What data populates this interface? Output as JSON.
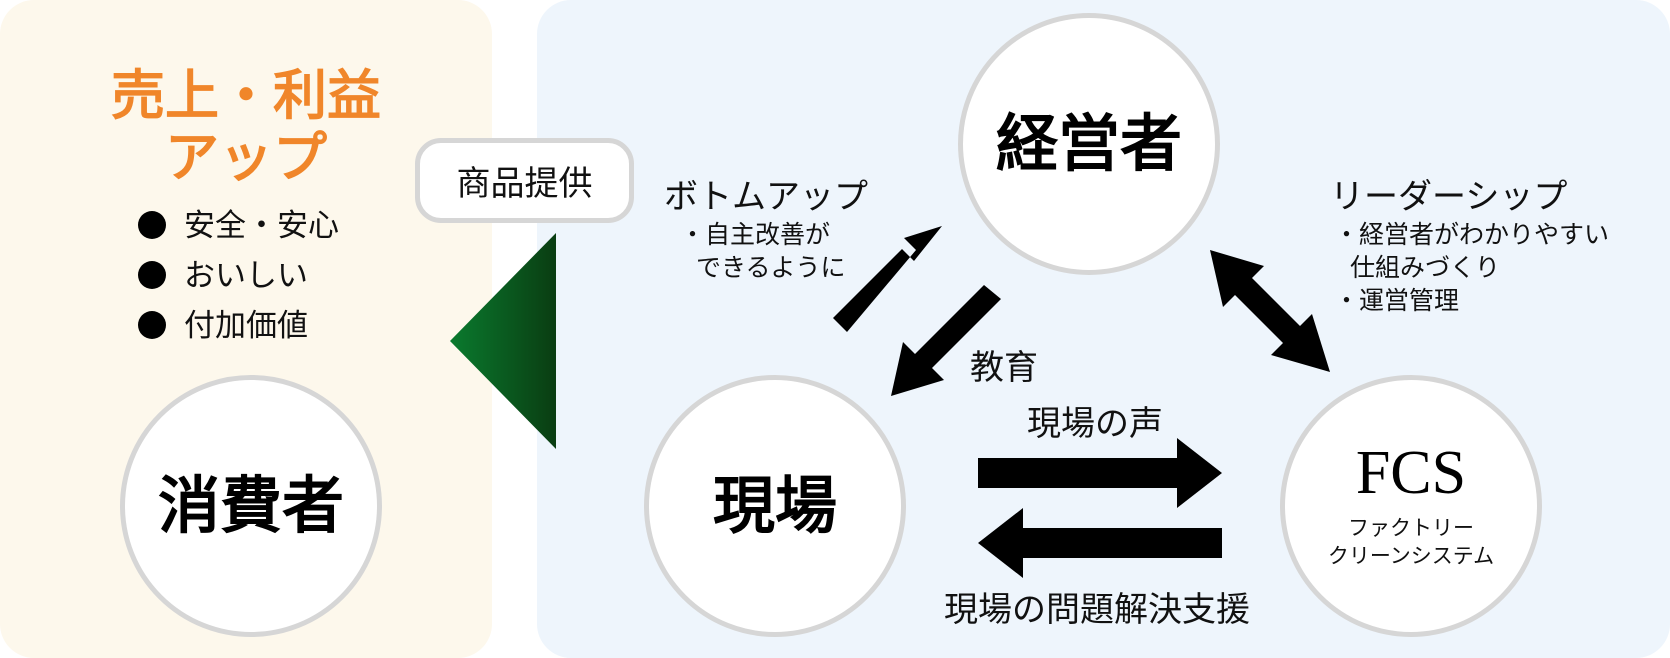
{
  "left_panel": {
    "headline_line1": "売上・利益",
    "headline_line2": "アップ",
    "bullets": [
      "安全・安心",
      "おいしい",
      "付加価値"
    ],
    "consumer": "消費者"
  },
  "product_box": "商品提供",
  "management": "経営者",
  "field": "現場",
  "fcs": {
    "title": "FCS",
    "sub_line1": "ファクトリー",
    "sub_line2": "クリーンシステム"
  },
  "bottom_up": {
    "title": "ボトムアップ",
    "line1": "・自主改善が",
    "line2": "できるように"
  },
  "education": "教育",
  "leadership": {
    "title": "リーダーシップ",
    "line1": "・経営者がわかりやすい",
    "line2": "仕組みづくり",
    "line3": "・運営管理"
  },
  "field_voice": "現場の声",
  "support": "現場の問題解決支援",
  "colors": {
    "headline": "#f0862a",
    "left_bg": "#fdf8ec",
    "right_bg": "#eef5fc",
    "triangle_dark": "#0a3d12",
    "triangle_light": "#0a7a2e"
  }
}
